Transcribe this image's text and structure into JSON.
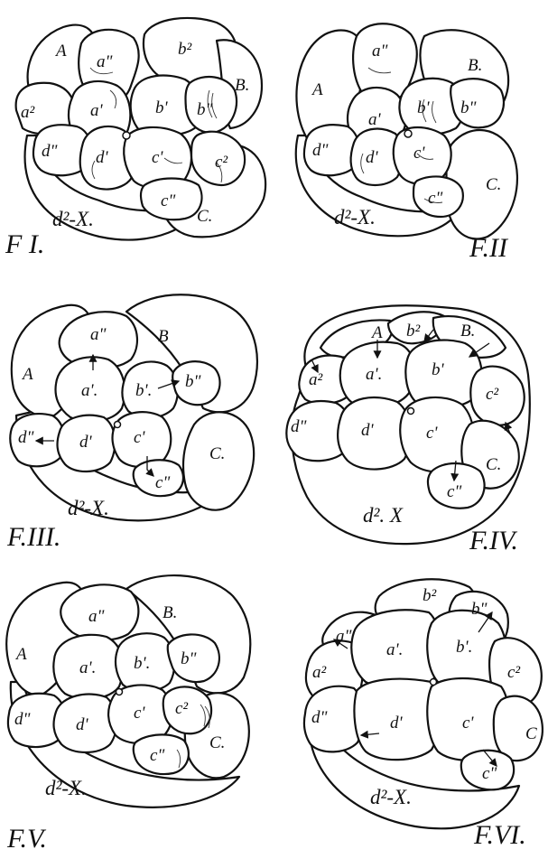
{
  "figures": [
    {
      "caption": "F I.",
      "labels": {
        "A": "A",
        "a2": "a²",
        "a2p": "a\"",
        "a1": "a'",
        "b2": "b²",
        "b1": "b'",
        "b2p": "b\"",
        "B": "B.",
        "d2p": "d\"",
        "d1": "d'",
        "c1": "c'",
        "c2": "c²",
        "c2p": "c\"",
        "X": "d²-X.",
        "C": "C."
      }
    },
    {
      "caption": "F.II",
      "labels": {
        "A": "A",
        "a2p": "a\"",
        "B": "B.",
        "a1": "a'",
        "b1": "b'",
        "b2p": "b\"",
        "d2p": "d\"",
        "d1": "d'",
        "c1": "c'",
        "C": "C.",
        "c2p": "c\"",
        "X": "d²-X."
      }
    },
    {
      "caption": "F.III.",
      "labels": {
        "A": "A",
        "a2p": "a\"",
        "B": "B",
        "a1": "a'.",
        "b1": "b'.",
        "b2p": "b\"",
        "d2p": "d\"",
        "d1": "d'",
        "c1": "c'",
        "C": "C.",
        "c2p": "c\"",
        "X": "d²-X."
      }
    },
    {
      "caption": "F.IV.",
      "labels": {
        "A": "A",
        "b2": "b²",
        "B": "B.",
        "a2": "a²",
        "a1": "a'.",
        "b1": "b'",
        "c2": "c²",
        "d2p": "d\"",
        "d1": "d'",
        "c1": "c'",
        "C": "C.",
        "c2p": "c\"",
        "X": "d². X"
      }
    },
    {
      "caption": "F.V.",
      "labels": {
        "A": "A",
        "a2p": "a\"",
        "B": "B.",
        "a1": "a'.",
        "b1": "b'.",
        "b2p": "b\"",
        "d2p": "d\"",
        "d1": "d'",
        "c1": "c'",
        "c2": "c²",
        "C": "C.",
        "c2p": "c\"",
        "X": "d²-X."
      }
    },
    {
      "caption": "F.VI.",
      "labels": {
        "b2": "b²",
        "a2p": "a\"",
        "b2p": "b\"",
        "a2": "a²",
        "a1": "a'.",
        "b1": "b'.",
        "c2": "c²",
        "d2p": "d\"",
        "d1": "d'",
        "c1": "c'",
        "C": "C",
        "c2p": "c\"",
        "X": "d²-X."
      }
    }
  ]
}
